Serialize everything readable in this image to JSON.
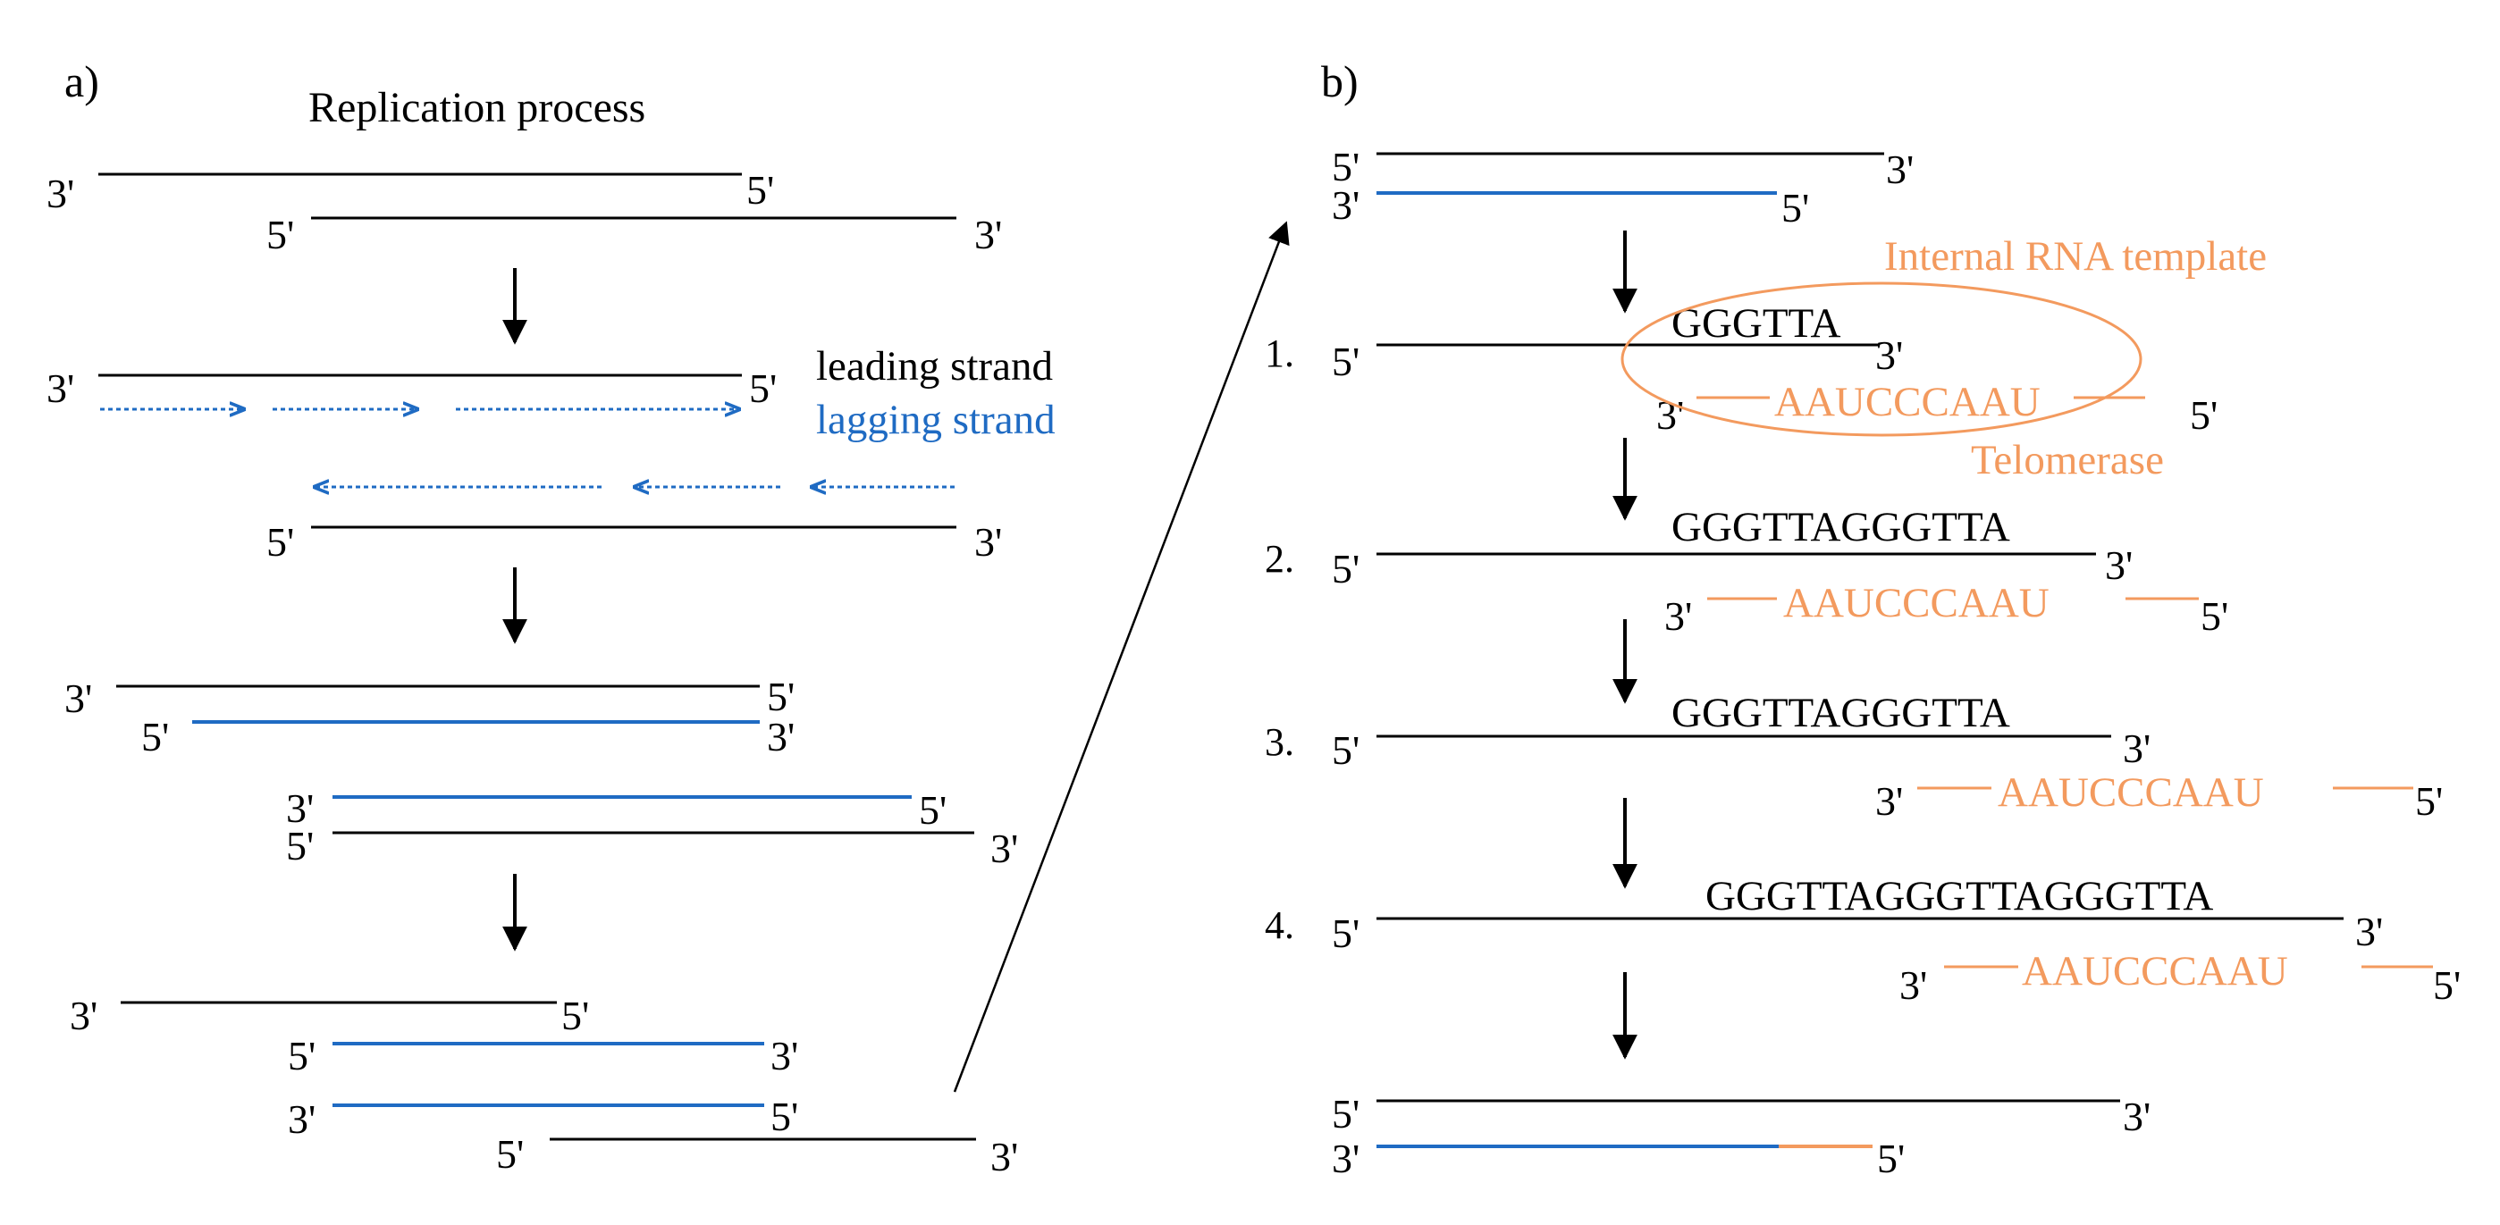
{
  "colors": {
    "black": "#000000",
    "blue": "#1f6bc3",
    "orange": "#f39a5e"
  },
  "panel_a": {
    "label": "a)",
    "title": "Replication process",
    "legend_leading": "leading strand",
    "legend_lagging": "lagging strand",
    "end_3": "3'",
    "end_5": "5'"
  },
  "panel_b": {
    "label": "b)",
    "rna_template_label": "Internal RNA template",
    "telomerase_label": "Telomerase",
    "steps": [
      "1.",
      "2.",
      "3.",
      "4."
    ],
    "seq_step1": "GGGTTA",
    "seq_step23": "GGGTTAGGGTTA",
    "seq_step4": "GGGTTAGGGTTAGGGTTA",
    "template_seq": "AAUCCCAAU",
    "end_3": "3'",
    "end_5": "5'"
  }
}
